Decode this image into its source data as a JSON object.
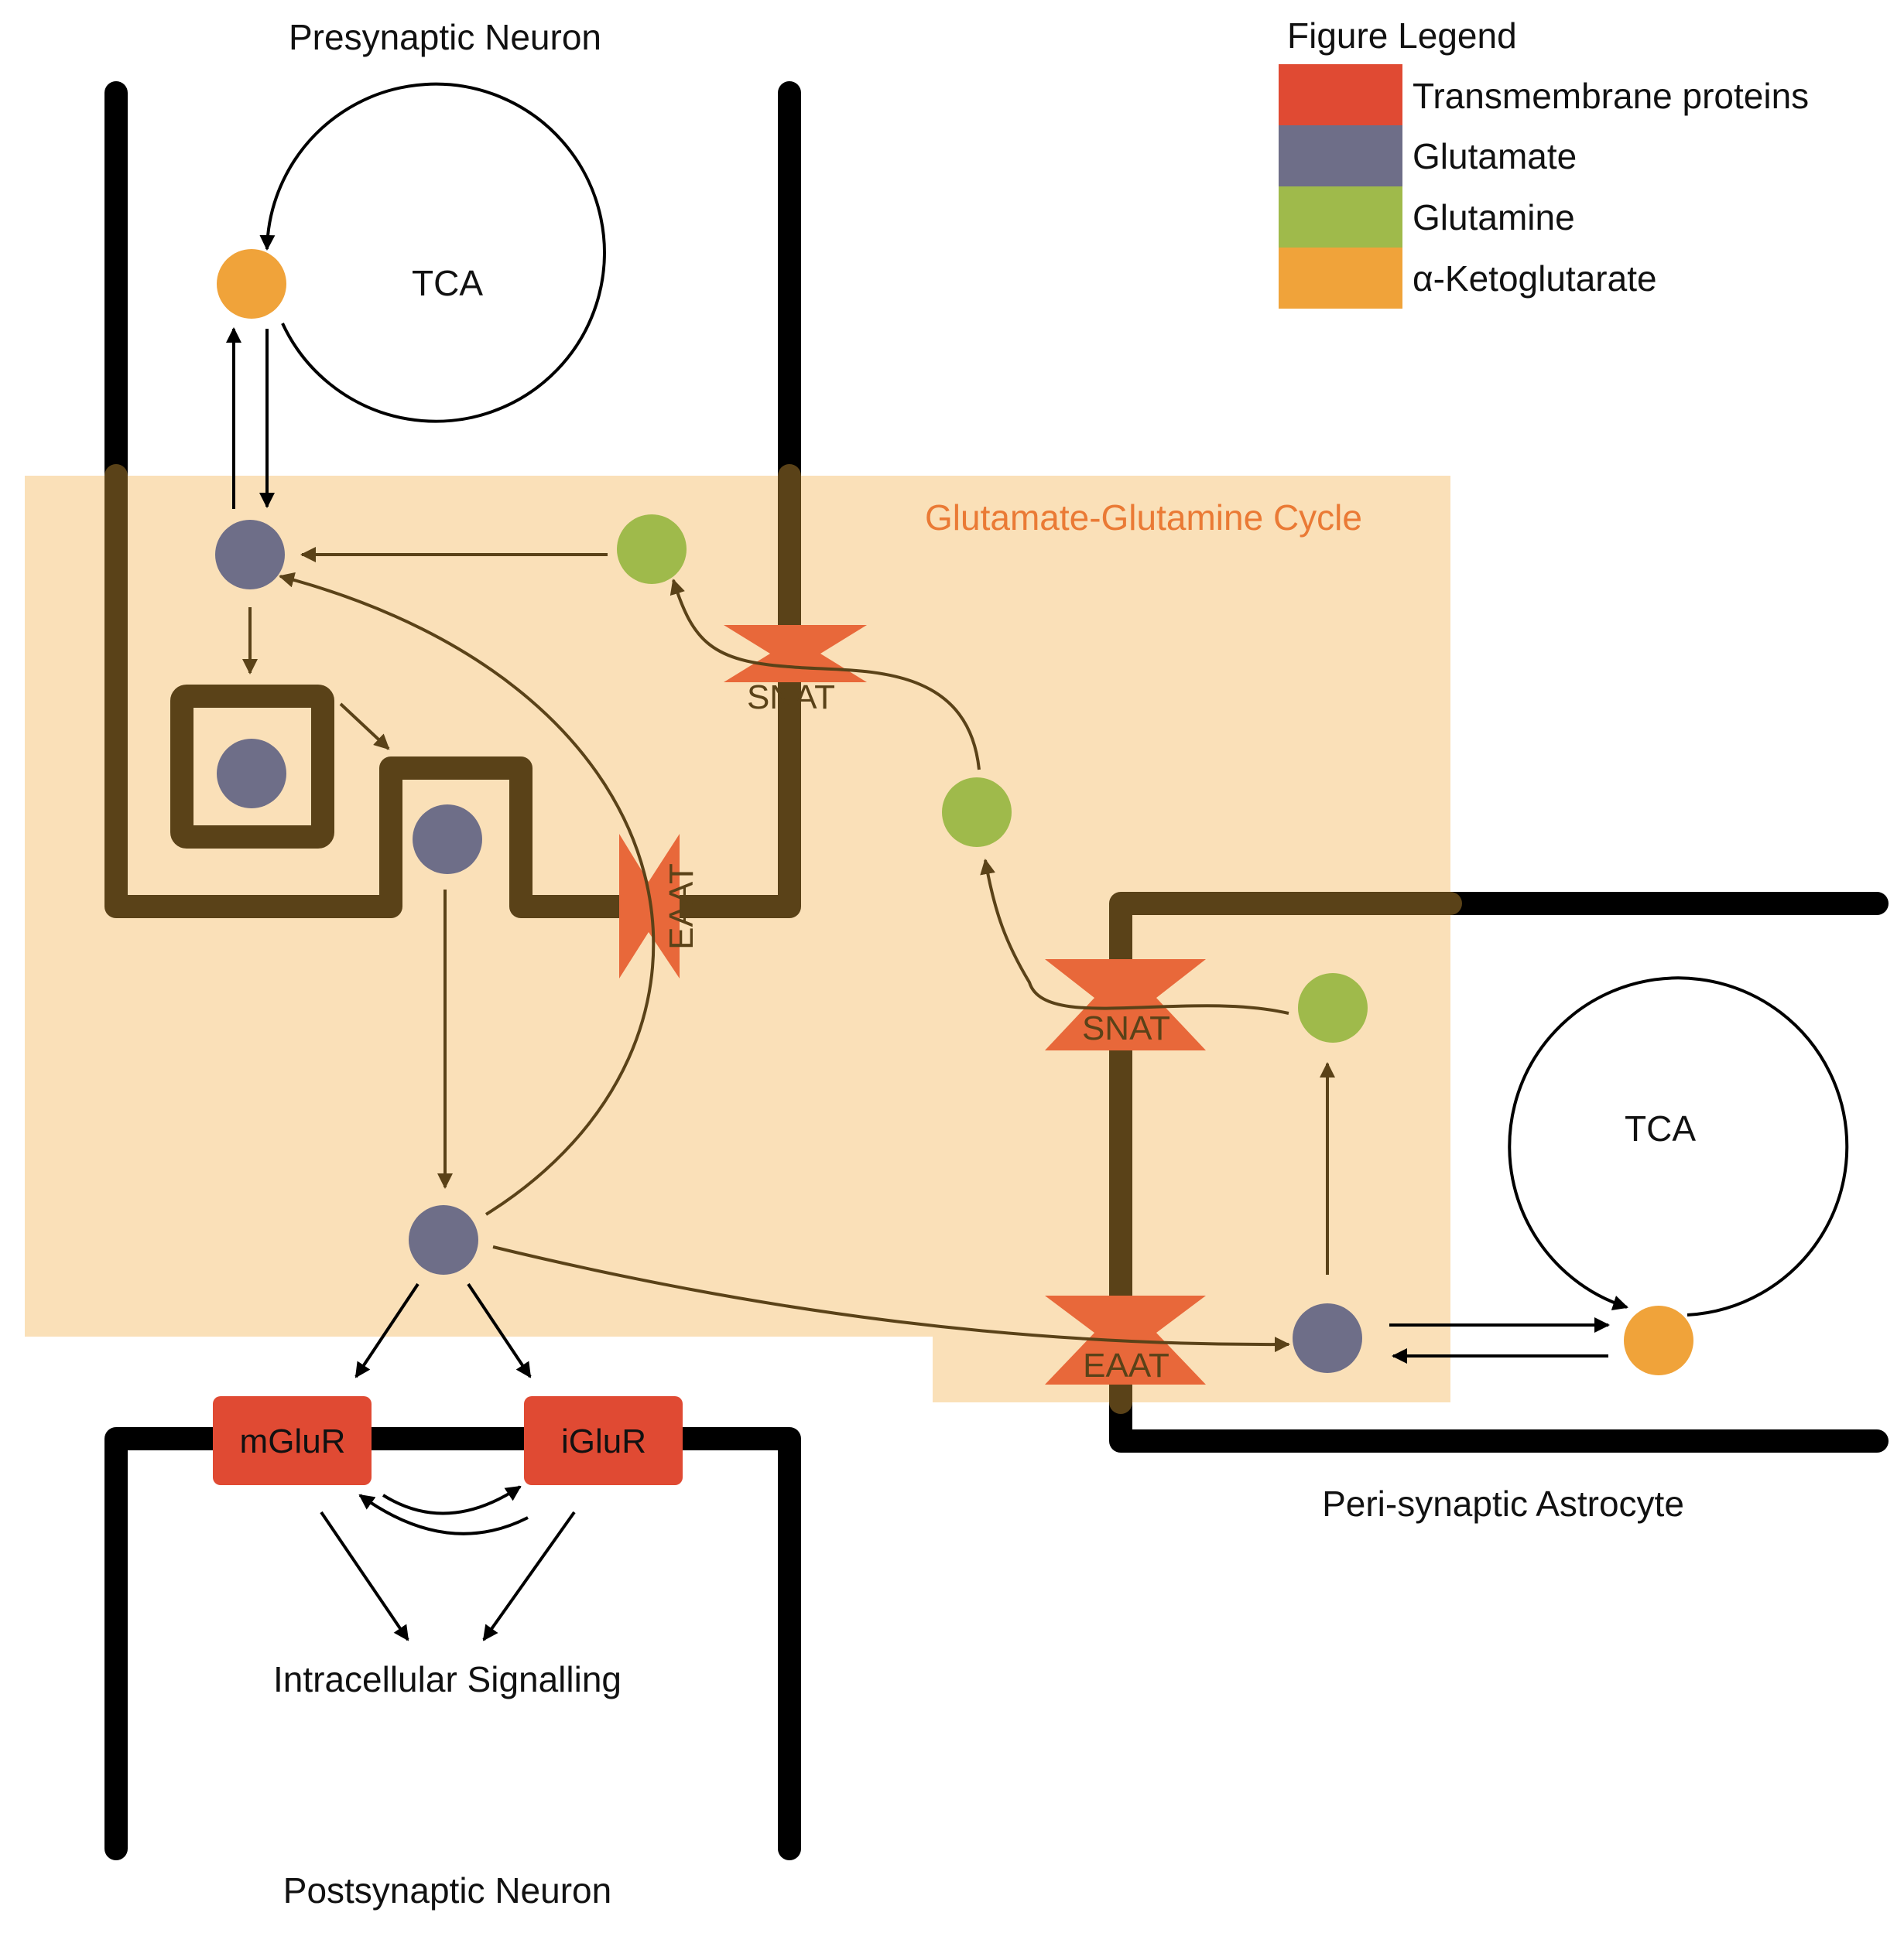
{
  "labels": {
    "presynaptic": "Presynaptic Neuron",
    "postsynaptic": "Postsynaptic Neuron",
    "astrocyte": "Peri-synaptic Astrocyte",
    "cycle": "Glutamate-Glutamine Cycle",
    "tca_neuron": "TCA",
    "tca_astrocyte": "TCA",
    "signalling": "Intracellular Signalling"
  },
  "proteins": {
    "snat_neuron": "SNAT",
    "eaat_neuron": "EAAT",
    "snat_astrocyte": "SNAT",
    "eaat_astrocyte": "EAAT",
    "mglur": "mGluR",
    "iglur": "iGluR"
  },
  "legend": {
    "title": "Figure Legend",
    "items": [
      {
        "label": "Transmembrane proteins",
        "color": "#e04a33"
      },
      {
        "label": "Glutamate",
        "color": "#6e6e88"
      },
      {
        "label": "Glutamine",
        "color": "#9fba4b"
      },
      {
        "label": "α-Ketoglutarate",
        "color": "#f0a33a"
      }
    ]
  },
  "colors": {
    "cycle_region": "#fae0b8",
    "cycle_title": "#ea7a35",
    "membrane_dark": "#5a4218",
    "membrane_black": "#000000",
    "transporter": "#e8683a",
    "receptor": "#e04a33",
    "glutamate": "#6e6e88",
    "glutamine": "#9fba4b",
    "alpha_kg": "#f0a33a",
    "arrow_brown": "#5a4218"
  }
}
